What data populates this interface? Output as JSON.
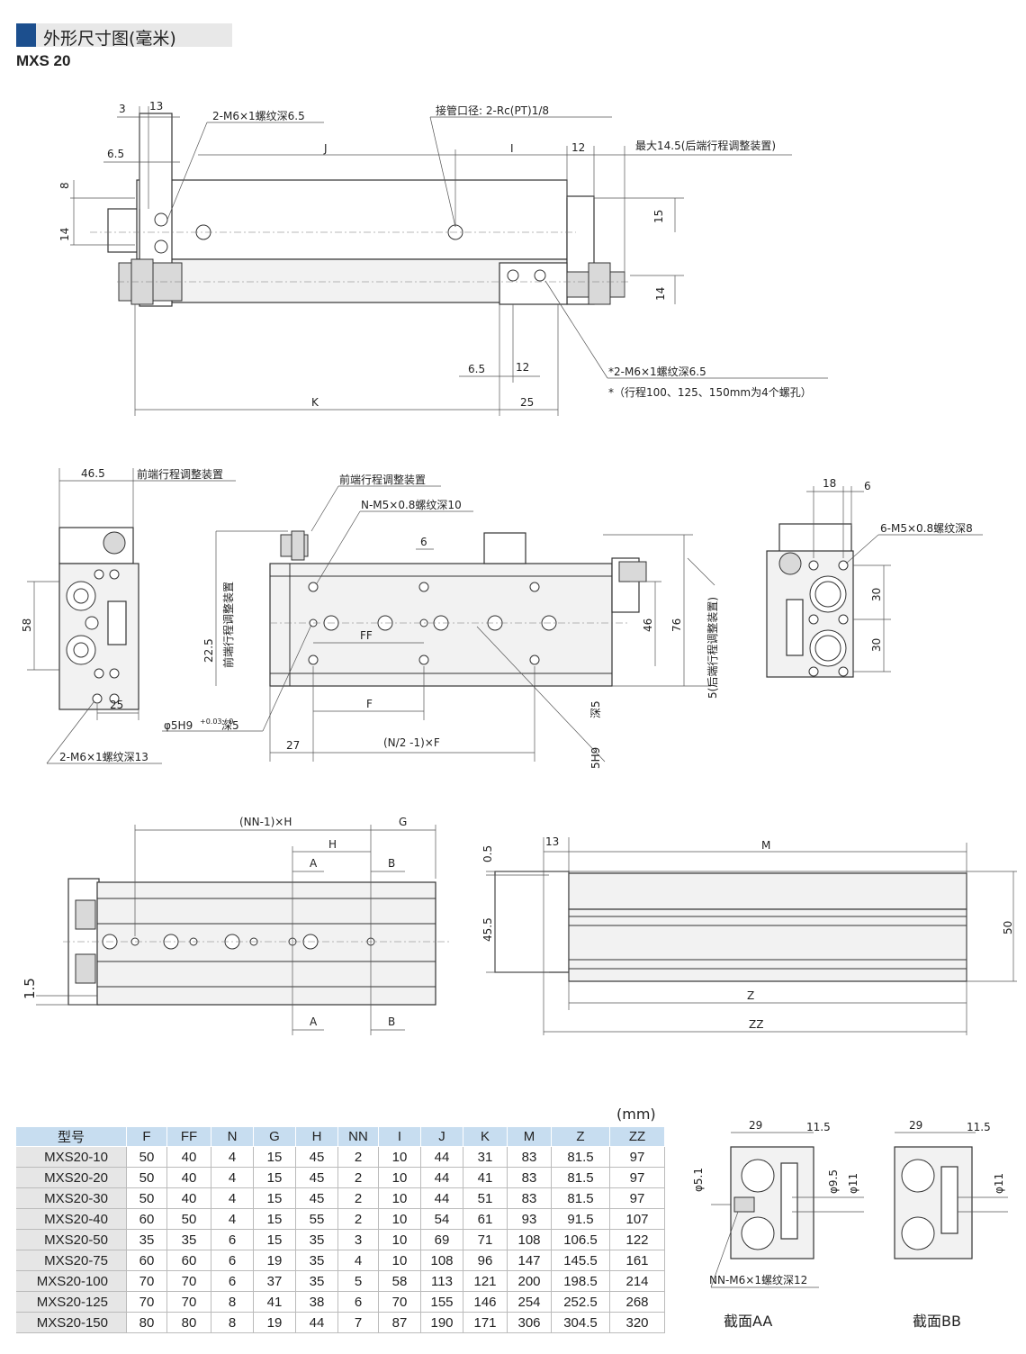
{
  "header": {
    "title": "外形尺寸图(毫米)",
    "model": "MXS 20"
  },
  "top_view": {
    "d3": "3",
    "d13": "13",
    "d6_5": "6.5",
    "d8": "8",
    "d14a": "14",
    "thread_left": "2-M6×1螺纹深6.5",
    "port": "接管口径: 2-Rc(PT)1/8",
    "J": "J",
    "I": "I",
    "d12": "12",
    "max_adjust": "最大14.5(后端行程调整装置)",
    "d15": "15",
    "d14b": "14",
    "d6_5b": "6.5",
    "d12b": "12",
    "d25": "25",
    "K": "K",
    "thread_right": "*2-M6×1螺纹深6.5",
    "thread_note": "*（行程100、125、150mm为4个螺孔）"
  },
  "front_views": {
    "d46_5": "46.5",
    "front_adjust": "前端行程调整装置",
    "d58": "58",
    "d25": "25",
    "thread_bottom": "2-M6×1螺纹深13",
    "front_adjust2": "前端行程调整装置",
    "tap": "N-M5×0.8螺纹深10",
    "d6": "6",
    "FF": "FF",
    "d22_5": "22.5",
    "front_adjust_v": "前端行程调整装置",
    "F": "F",
    "d27": "27",
    "nf_formula": "(N/2 -1)×F",
    "pin": "φ5H9",
    "pin_tol": "+0.03 / 0",
    "pin_depth": "深5",
    "d46": "46",
    "d76": "76",
    "rear_adjust_v": "5(后端行程调整装置)",
    "slot": "5H9",
    "slot_depth": "深5"
  },
  "end_view": {
    "d18": "18",
    "d6": "6",
    "tap": "6-M5×0.8螺纹深8",
    "d30a": "30",
    "d30b": "30"
  },
  "bottom_view": {
    "nnh": "(NN-1)×H",
    "G": "G",
    "H": "H",
    "A": "A",
    "B": "B",
    "d1_5": "1.5"
  },
  "side_view": {
    "d13": "13",
    "M": "M",
    "d0_5": "0.5",
    "d45_5": "45.5",
    "d50": "50",
    "Z": "Z",
    "ZZ": "ZZ"
  },
  "sections": {
    "aa": {
      "d29": "29",
      "d11_5": "11.5",
      "d5_1": "φ5.1",
      "d9_5": "φ9.5",
      "d11": "φ11",
      "tap": "NN-M6×1螺纹深12",
      "caption": "截面AA"
    },
    "bb": {
      "d29": "29",
      "d11_5": "11.5",
      "d11": "φ11",
      "caption": "截面BB"
    }
  },
  "table": {
    "unit": "(mm)",
    "columns": [
      "型号",
      "F",
      "FF",
      "N",
      "G",
      "H",
      "NN",
      "I",
      "J",
      "K",
      "M",
      "Z",
      "ZZ"
    ],
    "rows": [
      [
        "MXS20-10",
        "50",
        "40",
        "4",
        "15",
        "45",
        "2",
        "10",
        "44",
        "31",
        "83",
        "81.5",
        "97"
      ],
      [
        "MXS20-20",
        "50",
        "40",
        "4",
        "15",
        "45",
        "2",
        "10",
        "44",
        "41",
        "83",
        "81.5",
        "97"
      ],
      [
        "MXS20-30",
        "50",
        "40",
        "4",
        "15",
        "45",
        "2",
        "10",
        "44",
        "51",
        "83",
        "81.5",
        "97"
      ],
      [
        "MXS20-40",
        "60",
        "50",
        "4",
        "15",
        "55",
        "2",
        "10",
        "54",
        "61",
        "93",
        "91.5",
        "107"
      ],
      [
        "MXS20-50",
        "35",
        "35",
        "6",
        "15",
        "35",
        "3",
        "10",
        "69",
        "71",
        "108",
        "106.5",
        "122"
      ],
      [
        "MXS20-75",
        "60",
        "60",
        "6",
        "19",
        "35",
        "4",
        "10",
        "108",
        "96",
        "147",
        "145.5",
        "161"
      ],
      [
        "MXS20-100",
        "70",
        "70",
        "6",
        "37",
        "35",
        "5",
        "58",
        "113",
        "121",
        "200",
        "198.5",
        "214"
      ],
      [
        "MXS20-125",
        "70",
        "70",
        "8",
        "41",
        "38",
        "6",
        "70",
        "155",
        "146",
        "254",
        "252.5",
        "268"
      ],
      [
        "MXS20-150",
        "80",
        "80",
        "8",
        "19",
        "44",
        "7",
        "87",
        "190",
        "171",
        "306",
        "304.5",
        "320"
      ]
    ]
  }
}
